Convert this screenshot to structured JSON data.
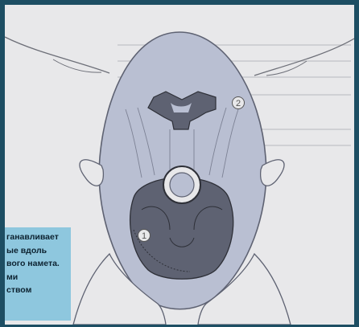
{
  "caption": {
    "lines": [
      "ганавливает",
      "ые вдоль",
      "вого намета.",
      "ми",
      "ством"
    ]
  },
  "callouts": [
    {
      "label": "1"
    },
    {
      "label": "2"
    }
  ],
  "colors": {
    "frame": "#1d4e63",
    "page": "#e8e8ea",
    "highlight_box": "#8ec7de",
    "skull_tint": "#b9bfd2",
    "bone_dark": "#5e6272"
  }
}
